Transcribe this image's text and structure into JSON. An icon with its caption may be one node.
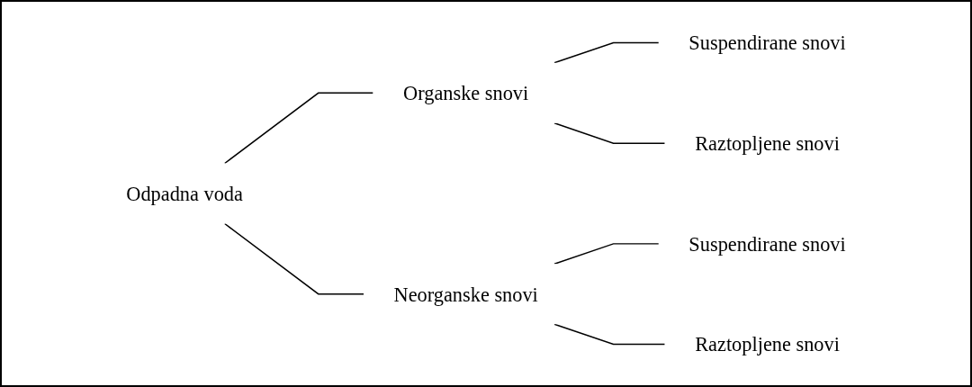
{
  "diagram": {
    "nodes": [
      {
        "text": [
          "Odpadna voda"
        ]
      },
      {
        "text": [
          "Organske snovi"
        ]
      },
      {
        "text": [
          "Suspendirane snovi"
        ]
      },
      {
        "text": [
          "Raztopljene snovi"
        ]
      },
      {
        "text": [
          "Neorganske snovi"
        ]
      },
      {
        "text": [
          "Suspendirane snovi"
        ]
      },
      {
        "text": [
          "Raztopljene snovi"
        ]
      }
    ],
    "edges": [
      {
        "from": 0,
        "to": 1,
        "arrow": "none"
      },
      {
        "from": 0,
        "to": 4,
        "arrow": "none"
      },
      {
        "from": 1,
        "to": 2,
        "arrow": "none"
      },
      {
        "from": 1,
        "to": 3,
        "arrow": "none"
      },
      {
        "from": 4,
        "to": 5,
        "arrow": "none"
      },
      {
        "from": 4,
        "to": 6,
        "arrow": "none"
      }
    ]
  }
}
